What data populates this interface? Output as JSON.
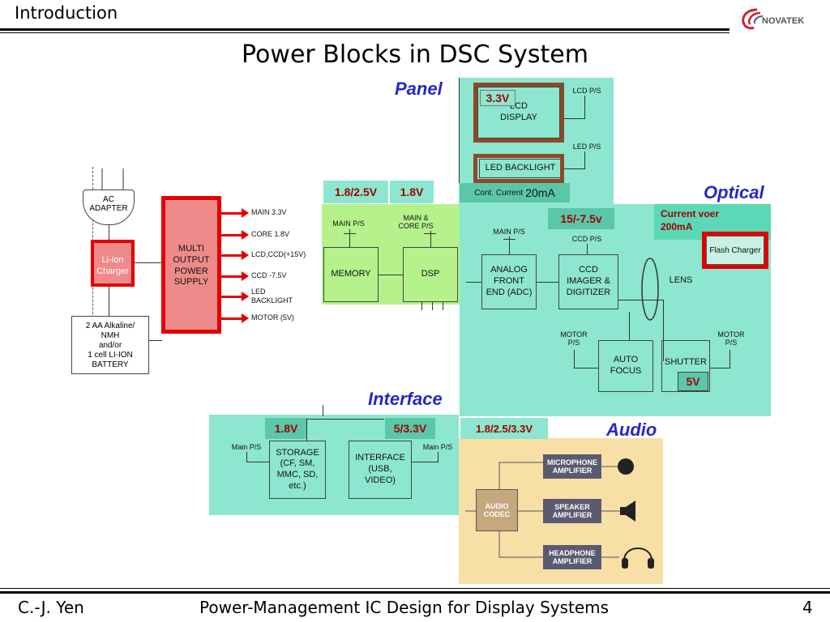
{
  "header": {
    "section": "Introduction",
    "logo_text": "NOVATEK"
  },
  "title": "Power Blocks in DSC System",
  "labels": {
    "panel": "Panel",
    "optical": "Optical",
    "interface": "Interface",
    "audio": "Audio"
  },
  "panel": {
    "v33": "3.3V",
    "lcd": "LCD\nDISPLAY",
    "lcd_ps": "LCD P/S",
    "led_ps": "LED P/S",
    "led_backlight": "LED BACKLIGHT",
    "cont_current": "Cont. Current",
    "cont_value": "20mA"
  },
  "core": {
    "v1": "1.8/2.5V",
    "v2": "1.8V",
    "main_ps": "MAIN P/S",
    "main_core_ps": "MAIN &\nCORE P/S",
    "memory": "MEMORY",
    "dsp": "DSP"
  },
  "optical": {
    "v": "15/-7.5v",
    "current": "Current voer\n200mA",
    "flash": "Flash Charger",
    "main_ps": "MAIN P/S",
    "ccd_ps": "CCD P/S",
    "afe": "ANALOG\nFRONT\nEND (ADC)",
    "ccd": "CCD\nIMAGER &\nDIGITIZER",
    "lens": "LENS",
    "motor_ps1": "MOTOR\nP/S",
    "motor_ps2": "MOTOR\nP/S",
    "af": "AUTO\nFOCUS",
    "shutter": "SHUTTER",
    "v5": "5V"
  },
  "supply": {
    "ac": "AC\nADAPTER",
    "charger": "Li-ion\nCharger",
    "multi": "MULTI\nOUTPUT\nPOWER\nSUPPLY",
    "battery": "2 AA Alkaline/\nNMH\nand/or\n1 cell LI-ION\nBATTERY",
    "rails": [
      "MAIN 3.3V",
      "CORE 1.8V",
      "LCD,CCD(+15V)",
      "CCD -7.5V",
      "LED\nBACKLIGHT",
      "MOTOR (5V)"
    ]
  },
  "interface": {
    "v1": "1.8V",
    "v2": "5/3.3V",
    "main_ps1": "Main P/S",
    "main_ps2": "Main P/S",
    "storage": "STORAGE\n(CF, SM,\nMMC, SD,\netc.)",
    "iface": "INTERFACE\n(USB,\nVIDEO)"
  },
  "audio": {
    "v": "1.8/2.5/3.3V",
    "codec": "AUDIO\nCODEC",
    "mic": "MICROPHONE\nAMPLIFIER",
    "spk": "SPEAKER\nAMPLIFIER",
    "hp": "HEADPHONE\nAMPLIFIER"
  },
  "footer": {
    "author": "C.-J. Yen",
    "course": "Power-Management IC Design for Display Systems",
    "page": "4"
  },
  "colors": {
    "teal": "#8de6cf",
    "green": "#b5f28c",
    "audio": "#f7dfa6",
    "red": "#e30000",
    "blue_label": "#2727c8"
  }
}
